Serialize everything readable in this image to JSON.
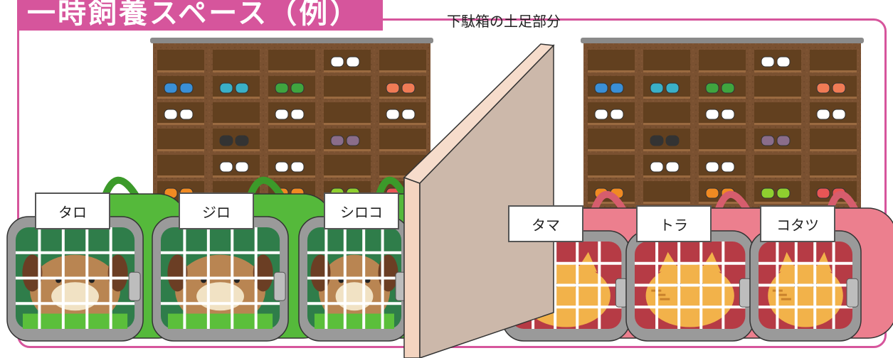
{
  "title": "一時飼養スペース（例）",
  "shoe_area_label": "下駄箱の土足部分",
  "dog_carriers": [
    {
      "name": "タロ"
    },
    {
      "name": "ジロ"
    },
    {
      "name": "シロコ"
    }
  ],
  "cat_carriers": [
    {
      "name": "タマ"
    },
    {
      "name": "トラ"
    },
    {
      "name": "コタツ"
    }
  ],
  "colors": {
    "accent": "#d6559c",
    "dog_carrier": "#55b93b",
    "cat_carrier": "#ec7f8e",
    "partition": "#d6bcab",
    "shelf_wood": "#7a5131"
  },
  "icons": {
    "shoe_shelf": "shoe-cabinet",
    "dog": "dog-in-carrier",
    "cat": "cat-in-carrier",
    "partition": "partition-board"
  }
}
